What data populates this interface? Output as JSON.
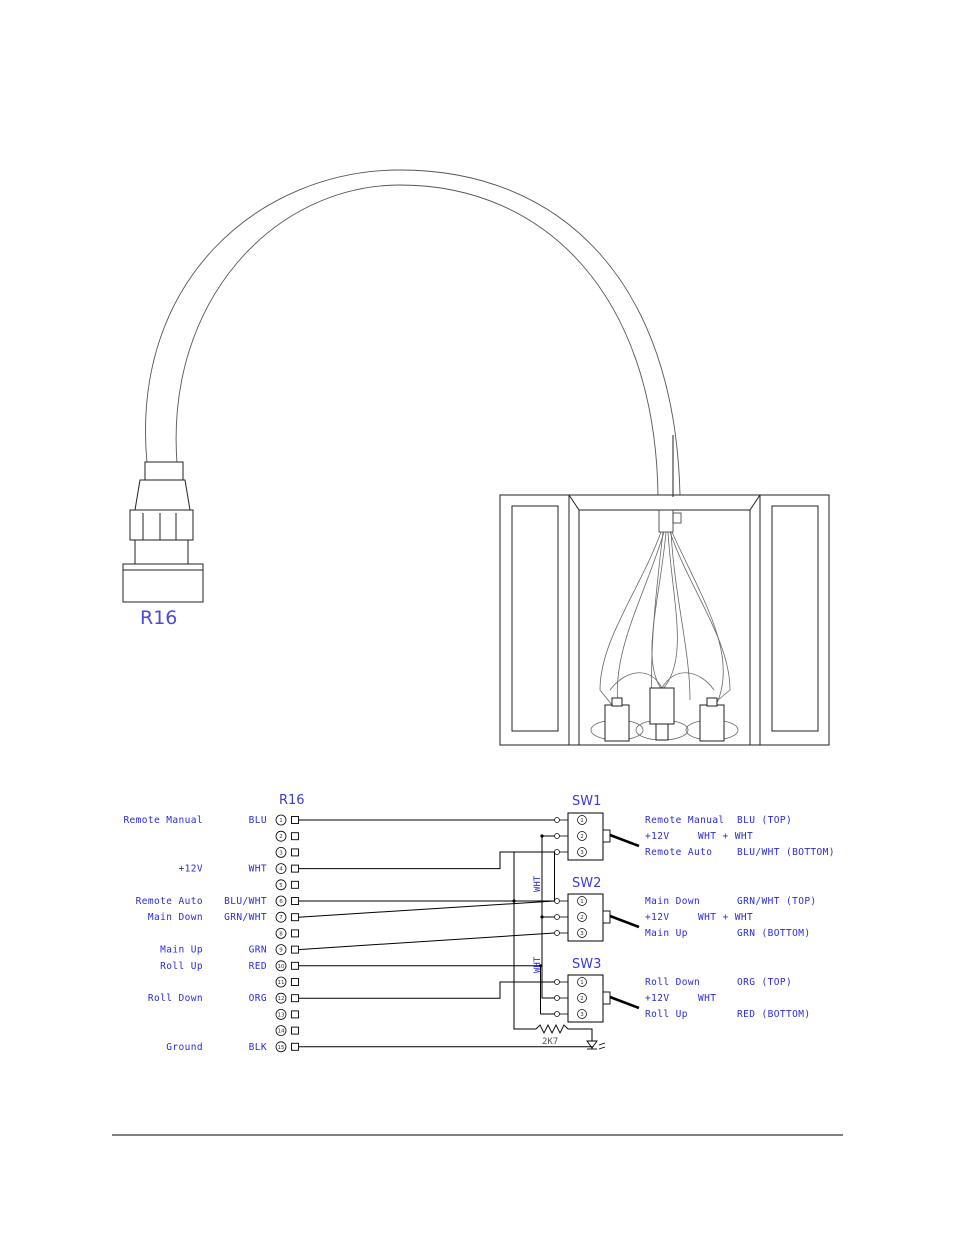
{
  "connector": {
    "label": "R16"
  },
  "schematic": {
    "connector_title": "R16",
    "switch_titles": [
      "SW1",
      "SW2",
      "SW3"
    ],
    "pins": [
      {
        "num": "1",
        "signal": "Remote Manual",
        "color": "BLU"
      },
      {
        "num": "2",
        "signal": "",
        "color": ""
      },
      {
        "num": "3",
        "signal": "",
        "color": ""
      },
      {
        "num": "4",
        "signal": "+12V",
        "color": "WHT"
      },
      {
        "num": "5",
        "signal": "",
        "color": ""
      },
      {
        "num": "6",
        "signal": "Remote Auto",
        "color": "BLU/WHT"
      },
      {
        "num": "7",
        "signal": "Main Down",
        "color": "GRN/WHT"
      },
      {
        "num": "8",
        "signal": "",
        "color": ""
      },
      {
        "num": "9",
        "signal": "Main Up",
        "color": "GRN"
      },
      {
        "num": "10",
        "signal": "Roll Up",
        "color": "RED"
      },
      {
        "num": "11",
        "signal": "",
        "color": ""
      },
      {
        "num": "12",
        "signal": "Roll Down",
        "color": "ORG"
      },
      {
        "num": "13",
        "signal": "",
        "color": ""
      },
      {
        "num": "14",
        "signal": "",
        "color": ""
      },
      {
        "num": "15",
        "signal": "Ground",
        "color": "BLK"
      }
    ],
    "switch_rows": [
      [
        {
          "signal": "Remote Manual",
          "wire": "BLU (TOP)"
        },
        {
          "signal": "+12V",
          "wire": "WHT + WHT"
        },
        {
          "signal": "Remote Auto",
          "wire": "BLU/WHT (BOTTOM)"
        }
      ],
      [
        {
          "signal": "Main Down",
          "wire": "GRN/WHT (TOP)"
        },
        {
          "signal": "+12V",
          "wire": "WHT + WHT"
        },
        {
          "signal": "Main Up",
          "wire": "GRN (BOTTOM)"
        }
      ],
      [
        {
          "signal": "Roll Down",
          "wire": "ORG (TOP)"
        },
        {
          "signal": "+12V",
          "wire": "WHT"
        },
        {
          "signal": "Roll Up",
          "wire": "RED (BOTTOM)"
        }
      ]
    ],
    "switch_pin_labels": [
      "1",
      "2",
      "3"
    ],
    "bus_label": "WHT",
    "resistor_label": "2K7",
    "colors": {
      "label": "#2b2bd6",
      "line": "#000000",
      "drawing": "#444444"
    }
  }
}
